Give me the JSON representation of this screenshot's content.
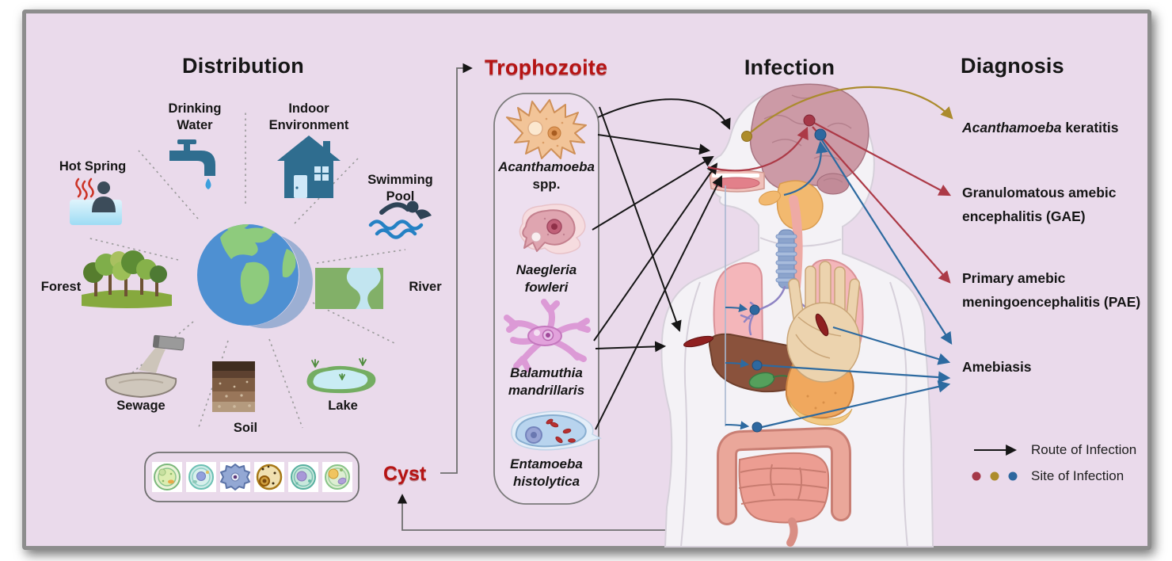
{
  "palette": {
    "background": "#eadaeb",
    "frame_border": "#8d8d8d",
    "stage_label_red": "#b61414",
    "route_black": "#161616",
    "route_red": "#ac3a47",
    "route_olive": "#ab8b2d",
    "route_blue": "#2d6aa0",
    "site_dot_red": "#a53848",
    "site_dot_olive": "#ad8c2a",
    "site_dot_blue": "#2e689f"
  },
  "headers": {
    "distribution": "Distribution",
    "trophozoite": "Trophozoite",
    "infection": "Infection",
    "diagnosis": "Diagnosis"
  },
  "distribution": {
    "items": [
      {
        "icon": "hot-spring-icon",
        "label": "Hot Spring"
      },
      {
        "icon": "faucet-icon",
        "label": "Drinking Water"
      },
      {
        "icon": "house-icon",
        "label": "Indoor Environment"
      },
      {
        "icon": "swimmer-icon",
        "label": "Swimming Pool"
      },
      {
        "icon": "forest-icon",
        "label": "Forest"
      },
      {
        "icon": "river-icon",
        "label": "River"
      },
      {
        "icon": "sewage-icon",
        "label": "Sewage"
      },
      {
        "icon": "soil-icon",
        "label": "Soil"
      },
      {
        "icon": "lake-icon",
        "label": "Lake"
      }
    ],
    "center_icon": "globe-icon"
  },
  "life_cycle": {
    "cyst_label": "Cyst",
    "cyst_forms_count": 6
  },
  "trophozoite_panel": {
    "organisms": [
      {
        "icon": "acanthamoeba-trophozoite-icon",
        "line1": "Acanthamoeba",
        "line2": "spp."
      },
      {
        "icon": "naegleria-trophozoite-icon",
        "line1": "Naegleria",
        "line2": "fowleri"
      },
      {
        "icon": "balamuthia-trophozoite-icon",
        "line1": "Balamuthia",
        "line2": "mandrillaris"
      },
      {
        "icon": "entamoeba-trophozoite-icon",
        "line1": "Entamoeba",
        "line2": "histolytica"
      }
    ]
  },
  "diagnosis": {
    "items": [
      {
        "italic": "Acanthamoeba",
        "text": " keratitis"
      },
      {
        "italic": "",
        "text": "Granulomatous amebic encephalitis (GAE)"
      },
      {
        "italic": "",
        "text": "Primary amebic meningoencephalitis (PAE)"
      },
      {
        "italic": "",
        "text": "Amebiasis"
      }
    ]
  },
  "legend": {
    "route_label": "Route of Infection",
    "site_label": "Site of Infection"
  }
}
